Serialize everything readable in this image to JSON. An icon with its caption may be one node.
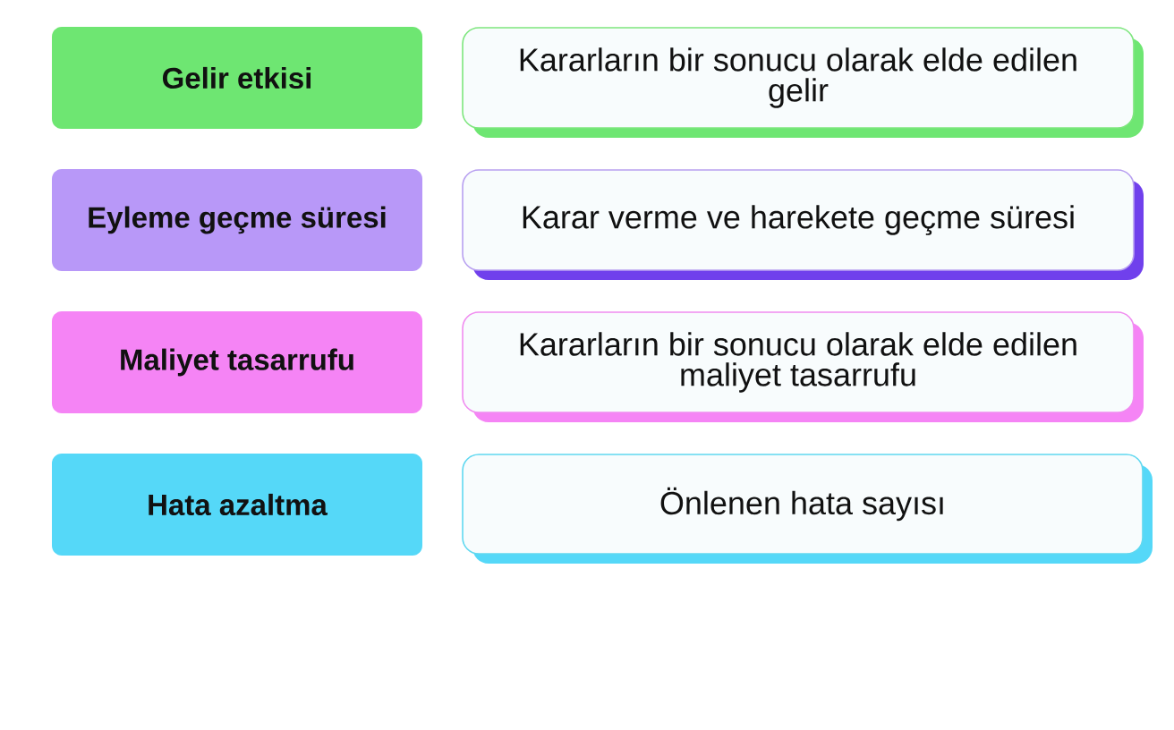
{
  "diagram": {
    "nodes": [
      {
        "text": [
          "Gelir etkisi"
        ]
      },
      {
        "text": [
          "Kararların bir sonucu olarak elde edilen gelir"
        ]
      },
      {
        "text": [
          "Eyleme geçme süresi"
        ]
      },
      {
        "text": [
          "Karar verme ve harekete geçme süresi"
        ]
      },
      {
        "text": [
          "Maliyet tasarrufu"
        ]
      },
      {
        "text": [
          "Kararların bir sonucu olarak elde edilen maliyet tasarrufu"
        ]
      },
      {
        "text": [
          "Hata azaltma"
        ]
      },
      {
        "text": [
          "Önlenen hata sayısı"
        ]
      }
    ]
  }
}
